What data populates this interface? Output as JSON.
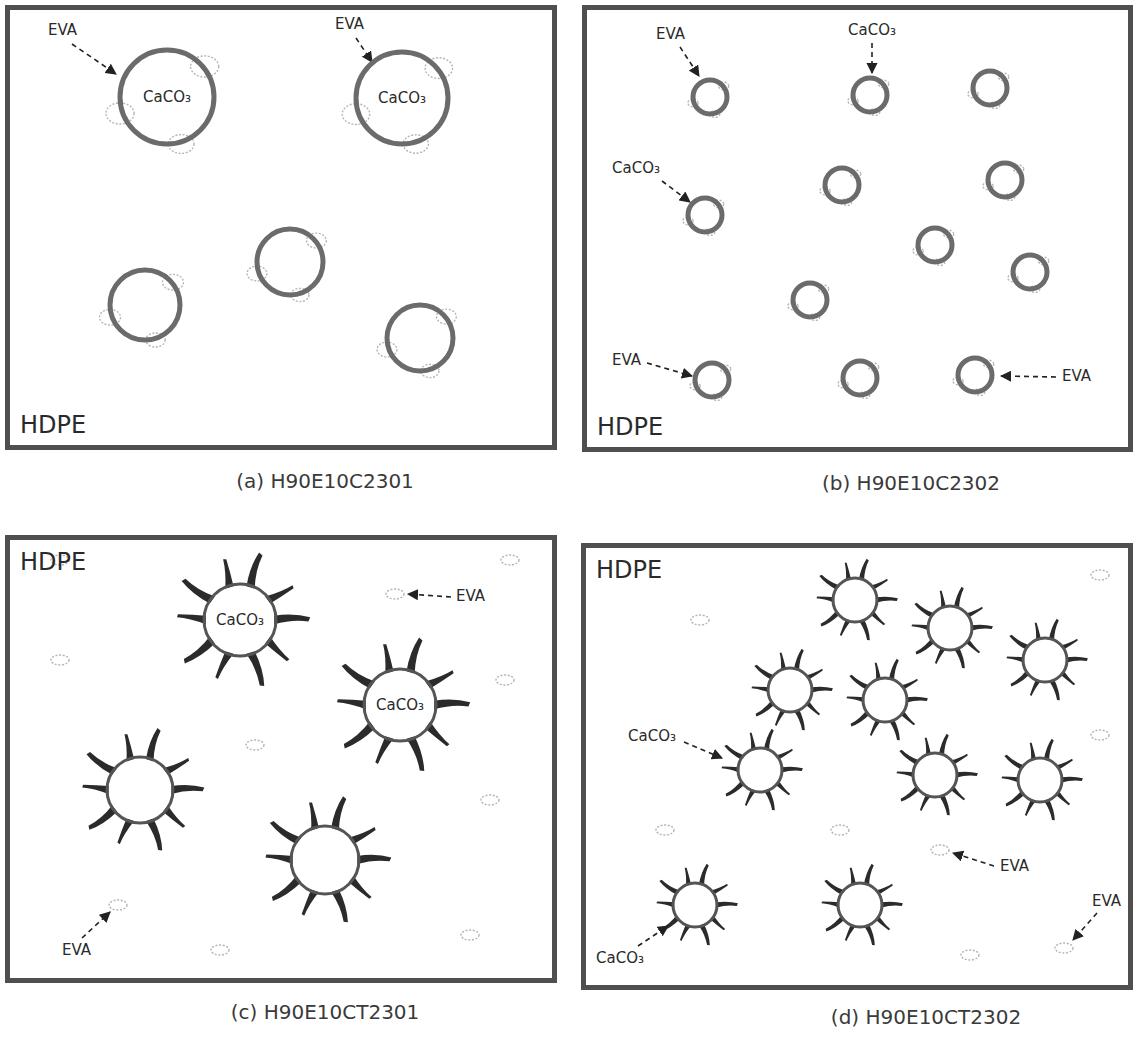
{
  "diagram": {
    "nodes": [
      {
        "text": [
          "HDPE",
          "(a) H90E10C2301"
        ]
      },
      {
        "text": [
          "CaCO₃"
        ],
        "in": 0
      },
      {
        "text": [
          "CaCO₃"
        ],
        "in": 0
      },
      {
        "text": [
          "HDPE",
          "(b) H90E10C2302"
        ]
      },
      {
        "text": [
          "HDPE",
          "(c) H90E10CT2301"
        ]
      },
      {
        "text": [
          "CaCO₃"
        ],
        "in": 4
      },
      {
        "text": [
          "CaCO₃"
        ],
        "in": 4
      },
      {
        "text": [
          "HDPE",
          "(d) H90E10CT2302"
        ]
      }
    ],
    "labels": [
      "EVA",
      "EVA",
      "EVA",
      "CaCO₃",
      "CaCO₃",
      "EVA",
      "EVA",
      "EVA",
      "EVA",
      "CaCO₃",
      "EVA",
      "CaCO₃",
      "EVA"
    ]
  }
}
